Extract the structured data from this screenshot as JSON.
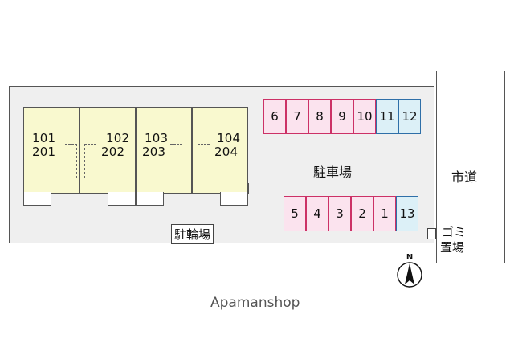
{
  "units": [
    {
      "top": "101",
      "bottom": "201"
    },
    {
      "top": "102",
      "bottom": "202"
    },
    {
      "top": "103",
      "bottom": "203"
    },
    {
      "top": "104",
      "bottom": "204"
    }
  ],
  "parking": {
    "label": "駐車場",
    "top_row": [
      {
        "num": "6",
        "color": "red"
      },
      {
        "num": "7",
        "color": "red"
      },
      {
        "num": "8",
        "color": "red"
      },
      {
        "num": "9",
        "color": "red"
      },
      {
        "num": "10",
        "color": "red"
      },
      {
        "num": "11",
        "color": "blue"
      },
      {
        "num": "12",
        "color": "blue"
      }
    ],
    "bottom_row": [
      {
        "num": "5",
        "color": "red"
      },
      {
        "num": "4",
        "color": "red"
      },
      {
        "num": "3",
        "color": "red"
      },
      {
        "num": "2",
        "color": "red"
      },
      {
        "num": "1",
        "color": "red"
      },
      {
        "num": "13",
        "color": "blue"
      }
    ]
  },
  "bicycle_parking": "駐輪場",
  "road": "市道",
  "garbage": {
    "line1": "ゴミ",
    "line2": "置場"
  },
  "compass": {
    "letter": "N",
    "icon": "north-arrow-icon"
  },
  "watermark": "Apamanshop",
  "colors": {
    "building": "#f9f9cf",
    "space_red": "#fbe3ee",
    "space_blue": "#dcf0f7",
    "lot": "#efefef"
  }
}
